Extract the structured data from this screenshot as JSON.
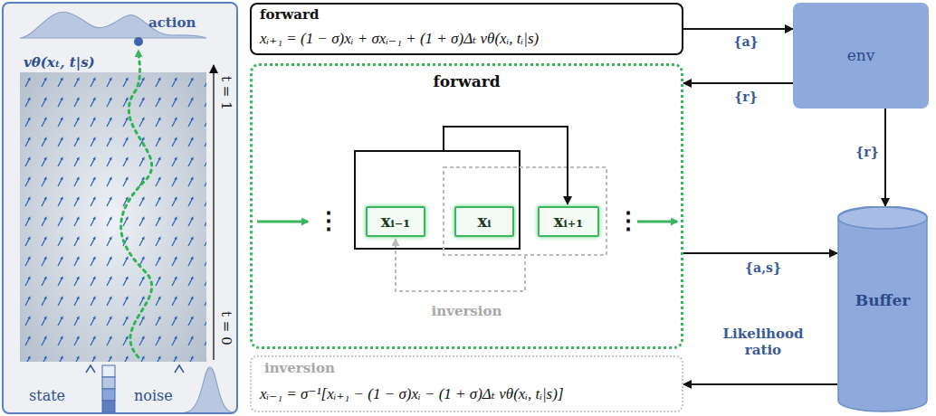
{
  "diagram": {
    "nodes": [
      {
        "text": [
          "action",
          "vθ(xₜ, t|s)",
          "t = 1",
          "t = 0",
          "state",
          "noise"
        ]
      },
      {
        "text": [
          "forward",
          "xᵢ₊₁ = (1 − σ)xᵢ + σxᵢ₋₁ + (1 + σ)Δₜ vθ(xᵢ, tᵢ|s)"
        ]
      },
      {
        "text": [
          "env"
        ]
      },
      {
        "text": [
          "forward",
          "inversion"
        ]
      },
      {
        "text": [
          "xᵢ₋₁"
        ],
        "in": 3
      },
      {
        "text": [
          "xᵢ"
        ],
        "in": 3
      },
      {
        "text": [
          "xᵢ₊₁"
        ],
        "in": 3
      },
      {
        "text": [
          "inversion",
          "xᵢ₋₁ = σ⁻¹[xᵢ₊₁ − (1 − σ)xᵢ − (1 + σ)Δₜ vθ(xᵢ, tᵢ|s)]"
        ]
      },
      {
        "text": [
          "Buffer"
        ]
      }
    ],
    "edges": [
      {
        "from": 1,
        "to": 2,
        "label": "{a}",
        "arrow": "to"
      },
      {
        "from": 2,
        "to": 3,
        "label": "{r}",
        "arrow": "to"
      },
      {
        "from": 2,
        "to": 8,
        "label": "{r}",
        "arrow": "to"
      },
      {
        "from": 3,
        "to": 8,
        "label": "{a,s}",
        "arrow": "to"
      },
      {
        "from": 8,
        "to": 7,
        "label": "Likelihood ratio",
        "arrow": "to"
      }
    ],
    "labels": [
      "⋮",
      "⋮"
    ]
  }
}
